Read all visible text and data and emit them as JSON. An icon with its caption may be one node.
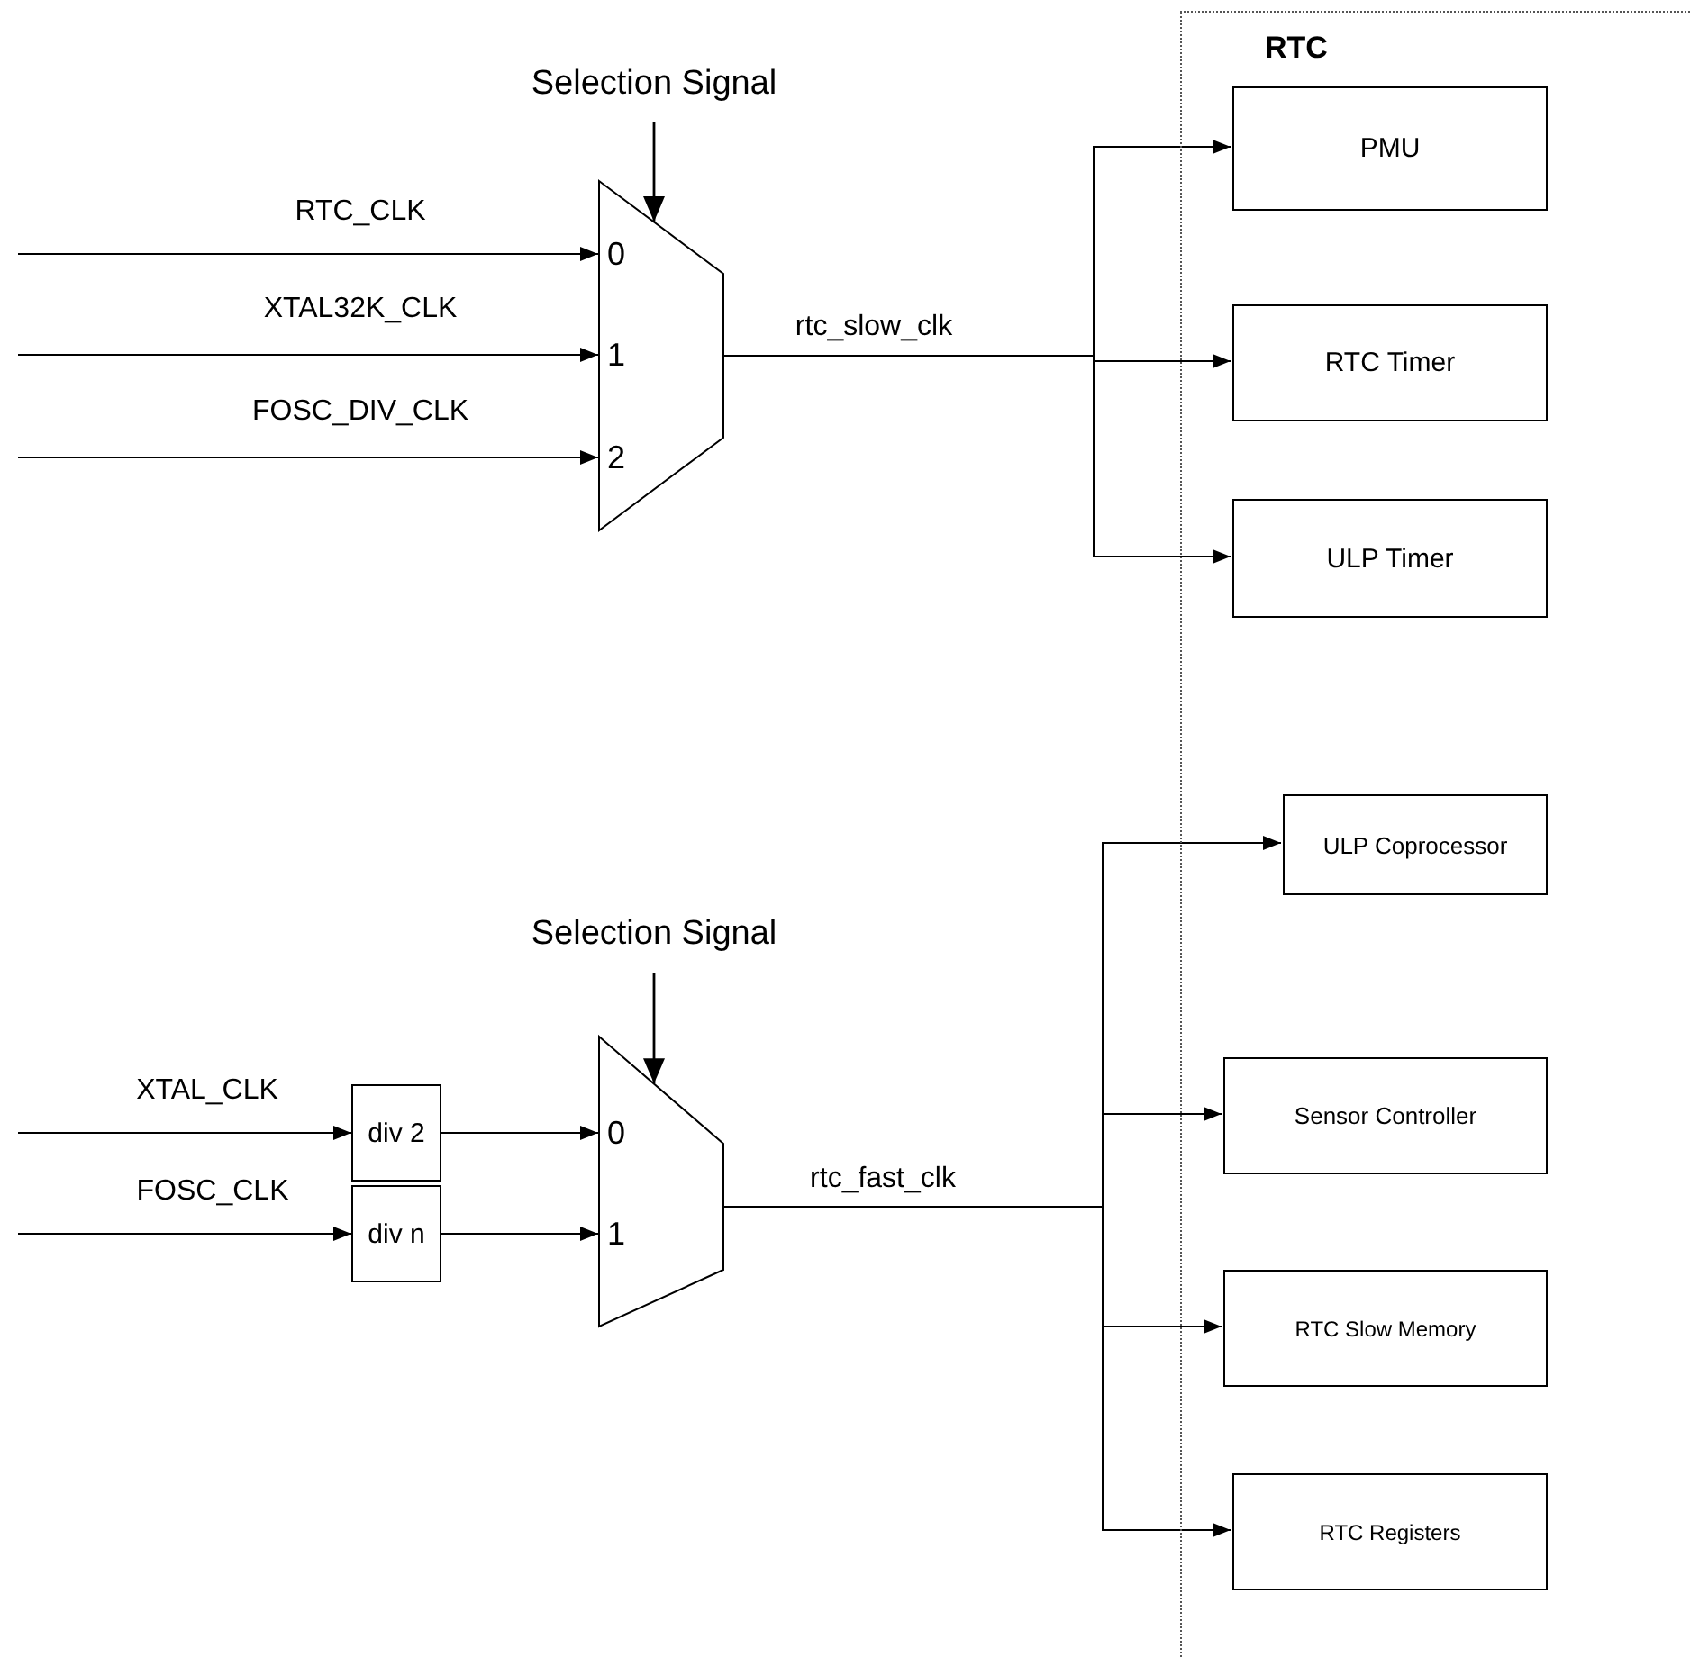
{
  "diagram": {
    "nodes": [
      {
        "text": [
          "RTC"
        ]
      },
      {
        "text": [
          "PMU"
        ],
        "in": 0
      },
      {
        "text": [
          "RTC Timer"
        ],
        "in": 0
      },
      {
        "text": [
          "ULP Timer"
        ],
        "in": 0
      },
      {
        "text": [
          "ULP Coprocessor"
        ],
        "in": 0
      },
      {
        "text": [
          "Sensor Controller"
        ],
        "in": 0
      },
      {
        "text": [
          "RTC Slow Memory"
        ],
        "in": 0
      },
      {
        "text": [
          "RTC Registers"
        ],
        "in": 0
      },
      {
        "text": [
          "Selection Signal"
        ]
      },
      {
        "text": [
          "0",
          "1",
          "2"
        ]
      },
      {
        "text": [
          "Selection Signal"
        ]
      },
      {
        "text": [
          "0",
          "1"
        ]
      },
      {
        "text": [
          "div 2"
        ]
      },
      {
        "text": [
          "div n"
        ]
      }
    ],
    "edges": [
      {
        "from": null,
        "to": 9,
        "arrow": "to",
        "label": "RTC_CLK"
      },
      {
        "from": null,
        "to": 9,
        "arrow": "to",
        "label": "XTAL32K_CLK"
      },
      {
        "from": null,
        "to": 9,
        "arrow": "to",
        "label": "FOSC_DIV_CLK"
      },
      {
        "from": 8,
        "to": 9,
        "arrow": "to"
      },
      {
        "from": 9,
        "to": 1,
        "arrow": "to"
      },
      {
        "from": 9,
        "to": 2,
        "arrow": "to",
        "label": "rtc_slow_clk"
      },
      {
        "from": 9,
        "to": 3,
        "arrow": "to"
      },
      {
        "from": null,
        "to": 12,
        "arrow": "to",
        "label": "XTAL_CLK"
      },
      {
        "from": null,
        "to": 13,
        "arrow": "to",
        "label": "FOSC_CLK"
      },
      {
        "from": 12,
        "to": 11,
        "arrow": "to"
      },
      {
        "from": 13,
        "to": 11,
        "arrow": "to"
      },
      {
        "from": 10,
        "to": 11,
        "arrow": "to"
      },
      {
        "from": 11,
        "to": 4,
        "arrow": "to"
      },
      {
        "from": 11,
        "to": 5,
        "arrow": "to",
        "label": "rtc_fast_clk"
      },
      {
        "from": 11,
        "to": 6,
        "arrow": "to"
      },
      {
        "from": 11,
        "to": 7,
        "arrow": "to"
      }
    ]
  }
}
